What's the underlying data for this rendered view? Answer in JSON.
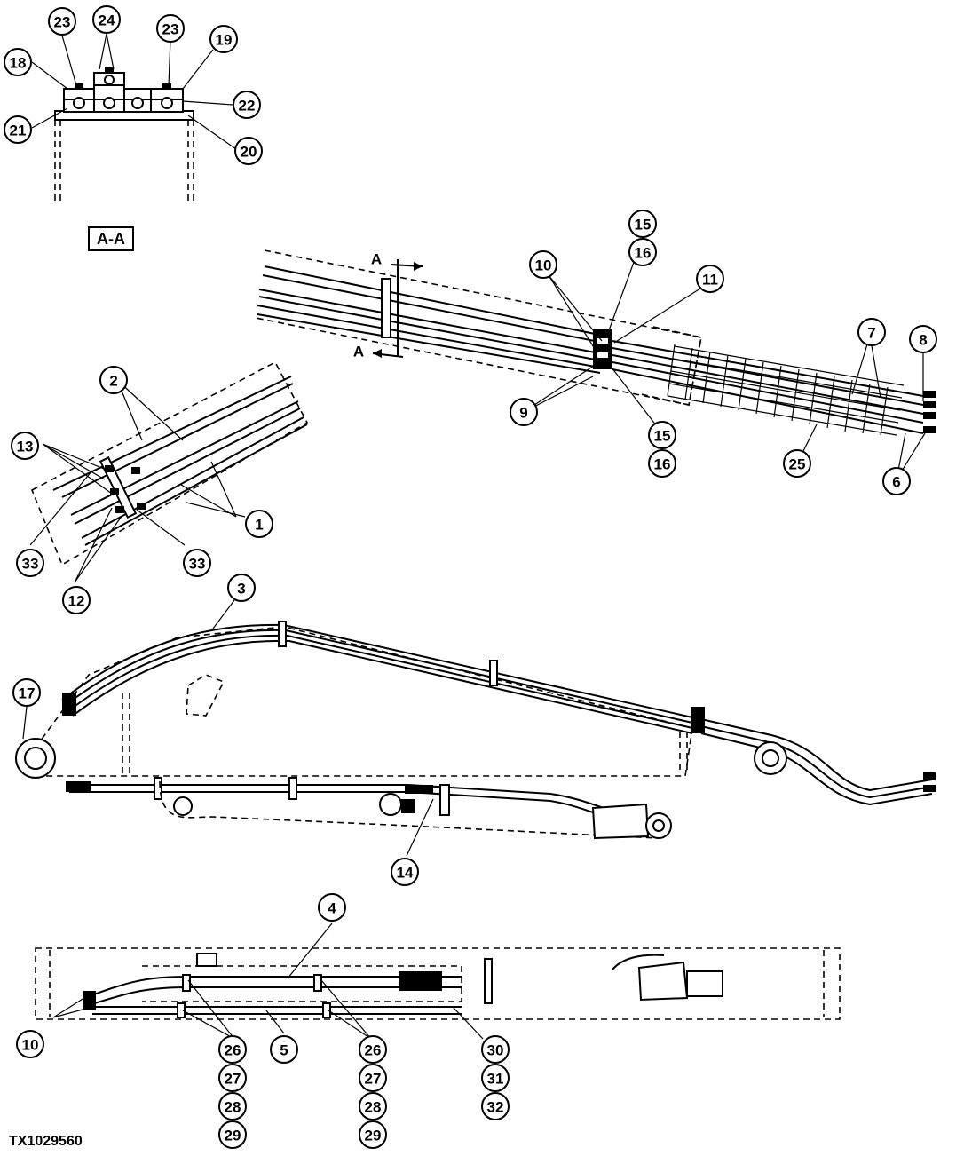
{
  "figure_id": "TX1029560",
  "section_label": "A-A",
  "section_marker": "A",
  "callouts": [
    {
      "id": "c23a",
      "label": "23"
    },
    {
      "id": "c24",
      "label": "24"
    },
    {
      "id": "c23b",
      "label": "23"
    },
    {
      "id": "c19",
      "label": "19"
    },
    {
      "id": "c18",
      "label": "18"
    },
    {
      "id": "c22",
      "label": "22"
    },
    {
      "id": "c21",
      "label": "21"
    },
    {
      "id": "c20",
      "label": "20"
    },
    {
      "id": "c15a",
      "label": "15"
    },
    {
      "id": "c16a",
      "label": "16"
    },
    {
      "id": "c10a",
      "label": "10"
    },
    {
      "id": "c11",
      "label": "11"
    },
    {
      "id": "c7",
      "label": "7"
    },
    {
      "id": "c8",
      "label": "8"
    },
    {
      "id": "c9",
      "label": "9"
    },
    {
      "id": "c15b",
      "label": "15"
    },
    {
      "id": "c16b",
      "label": "16"
    },
    {
      "id": "c25",
      "label": "25"
    },
    {
      "id": "c6",
      "label": "6"
    },
    {
      "id": "c2",
      "label": "2"
    },
    {
      "id": "c13",
      "label": "13"
    },
    {
      "id": "c1",
      "label": "1"
    },
    {
      "id": "c33a",
      "label": "33"
    },
    {
      "id": "c33b",
      "label": "33"
    },
    {
      "id": "c12",
      "label": "12"
    },
    {
      "id": "c3",
      "label": "3"
    },
    {
      "id": "c17",
      "label": "17"
    },
    {
      "id": "c14",
      "label": "14"
    },
    {
      "id": "c4",
      "label": "4"
    },
    {
      "id": "c10b",
      "label": "10"
    },
    {
      "id": "c26a",
      "label": "26"
    },
    {
      "id": "c27a",
      "label": "27"
    },
    {
      "id": "c28a",
      "label": "28"
    },
    {
      "id": "c29a",
      "label": "29"
    },
    {
      "id": "c5",
      "label": "5"
    },
    {
      "id": "c26b",
      "label": "26"
    },
    {
      "id": "c27b",
      "label": "27"
    },
    {
      "id": "c28b",
      "label": "28"
    },
    {
      "id": "c29b",
      "label": "29"
    },
    {
      "id": "c30",
      "label": "30"
    },
    {
      "id": "c31",
      "label": "31"
    },
    {
      "id": "c32",
      "label": "32"
    }
  ]
}
